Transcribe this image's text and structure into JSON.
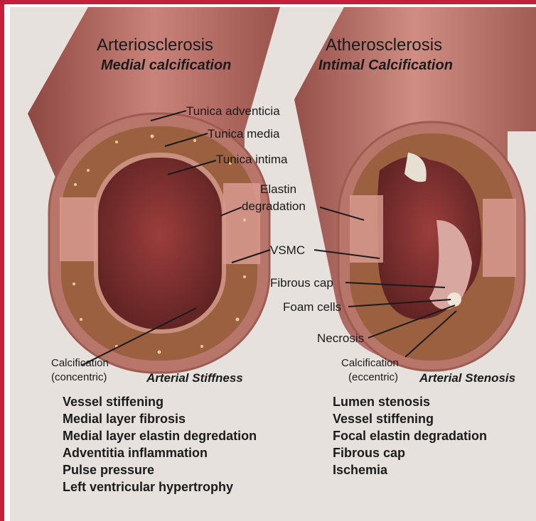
{
  "colors": {
    "frame": "#c21f3d",
    "background": "#e6e1dc",
    "vessel": "#b96a5f",
    "wall": "#9b6445",
    "lumen": "#7a2f2f"
  },
  "left": {
    "title": "Arteriosclerosis",
    "subtitle": "Medial calcification",
    "labels": {
      "adventicia": "Tunica adventicia",
      "media": "Tunica media",
      "intima": "Tunica intima",
      "elastin_1": "Elastin",
      "elastin_2": "degradation",
      "vsmc": "VSMC",
      "calc_1": "Calcification",
      "calc_2": "(concentric)"
    },
    "outcome": "Arterial Stiffness",
    "features": [
      "Vessel stiffening",
      "Medial layer fibrosis",
      "Medial layer elastin degredation",
      "Adventitia inflammation",
      "Pulse pressure",
      "Left ventricular hypertrophy"
    ]
  },
  "right": {
    "title": "Atherosclerosis",
    "subtitle": "Intimal Calcification",
    "labels": {
      "fibrous": "Fibrous cap",
      "foam": "Foam cells",
      "necrosis": "Necrosis",
      "calc_1": "Calcification",
      "calc_2": "(eccentric)"
    },
    "outcome": "Arterial Stenosis",
    "features": [
      "Lumen stenosis",
      "Vessel stiffening",
      "Focal elastin degradation",
      "Fibrous cap",
      "Ischemia"
    ]
  }
}
